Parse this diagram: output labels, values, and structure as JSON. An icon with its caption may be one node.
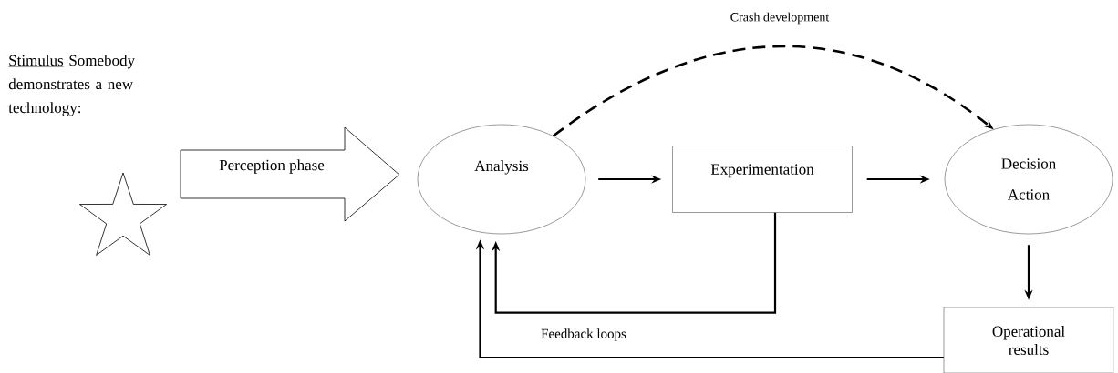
{
  "diagram": {
    "nodes": [
      {
        "text": [],
        "shape": "star",
        "beside": [
          "Stimulus",
          "Somebody demonstrates a new technology:"
        ]
      },
      {
        "text": [
          "Analysis"
        ]
      },
      {
        "text": [
          "Experimentation"
        ]
      },
      {
        "text": [
          "Decision",
          "Action"
        ]
      },
      {
        "text": [
          "Operational results"
        ]
      }
    ],
    "edges": [
      {
        "from": 0,
        "to": 1,
        "arrow": "to",
        "style": "thick",
        "label": "Perception phase"
      },
      {
        "from": 1,
        "to": 2,
        "arrow": "to"
      },
      {
        "from": 2,
        "to": 3,
        "arrow": "to"
      },
      {
        "from": 1,
        "to": 3,
        "arrow": "to",
        "style": "dashed",
        "label": "Crash development"
      },
      {
        "from": 3,
        "to": 4,
        "arrow": "to"
      },
      {
        "from": 2,
        "to": 1,
        "arrow": "to",
        "label": "Feedback loops"
      },
      {
        "from": 4,
        "to": 1,
        "arrow": "to"
      }
    ]
  }
}
